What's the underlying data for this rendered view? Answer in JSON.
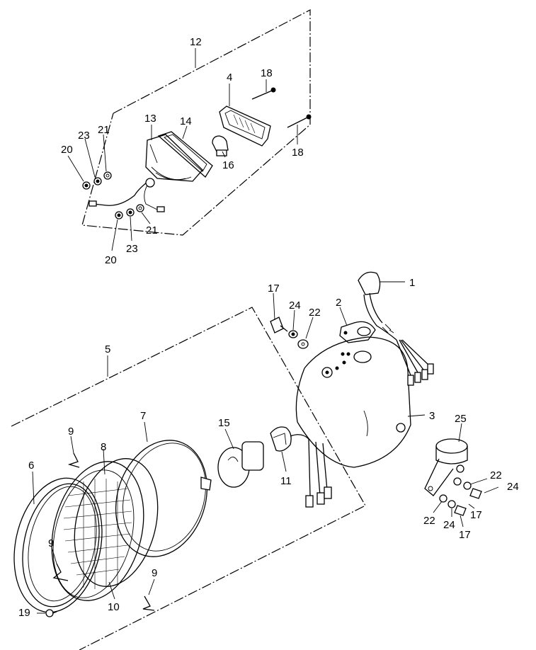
{
  "callouts": {
    "c1": "1",
    "c2": "2",
    "c3": "3",
    "c4": "4",
    "c5": "5",
    "c6": "6",
    "c7": "7",
    "c8": "8",
    "c9a": "9",
    "c9b": "9",
    "c9c": "9",
    "c10": "10",
    "c11": "11",
    "c12": "12",
    "c13": "13",
    "c14": "14",
    "c15": "15",
    "c16": "16",
    "c17a": "17",
    "c17b": "17",
    "c17c": "17",
    "c18a": "18",
    "c18b": "18",
    "c19": "19",
    "c20a": "20",
    "c20b": "20",
    "c21a": "21",
    "c21b": "21",
    "c22a": "22",
    "c22b": "22",
    "c22c": "22",
    "c23a": "23",
    "c23b": "23",
    "c24a": "24",
    "c24b": "24",
    "c24c": "24",
    "c25": "25"
  }
}
